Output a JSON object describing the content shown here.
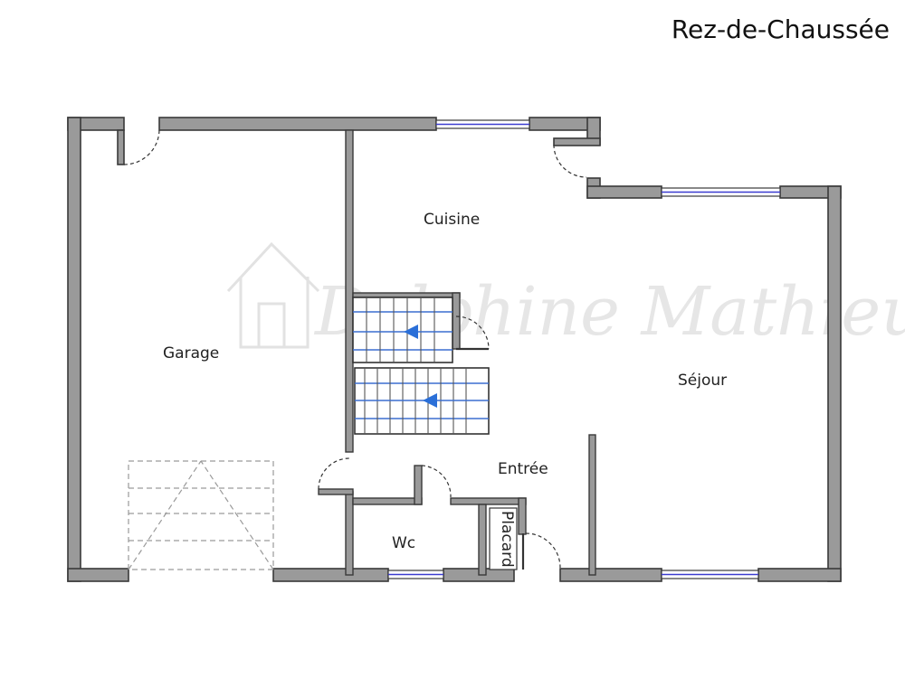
{
  "plan": {
    "title": "Rez-de-Chaussée",
    "rooms": {
      "garage": "Garage",
      "cuisine": "Cuisine",
      "sejour": "Séjour",
      "entree": "Entrée",
      "wc": "Wc",
      "placard": "Placard"
    },
    "watermark": "Delphine Mathieu"
  },
  "colors": {
    "wall_fill": "#9a9a9a",
    "window_glass": "#3b3bd0",
    "stair_arrow": "#2a6fd8"
  }
}
